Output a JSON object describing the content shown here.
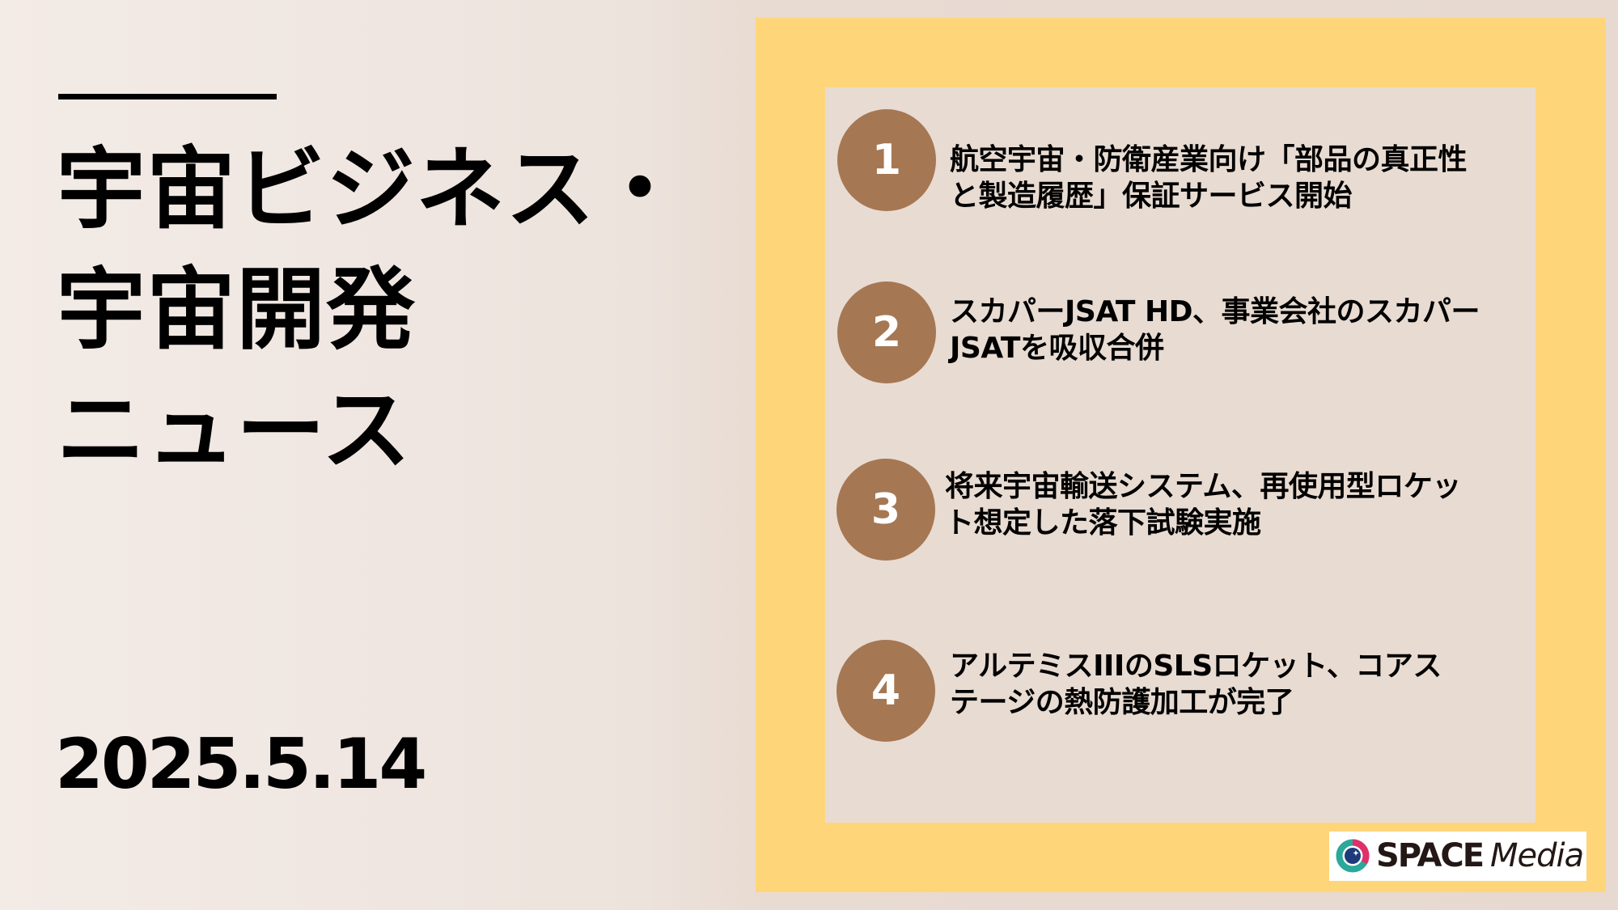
{
  "header": {
    "title_lines": [
      "宇宙ビジネス・",
      "宇宙開発",
      "ニュース"
    ],
    "date": "2025.5.14"
  },
  "news": {
    "items": [
      {
        "number": "1",
        "lines": [
          "航空宇宙・防衛産業向け「部品の真正性",
          "と製造履歴」保証サービス開始"
        ]
      },
      {
        "number": "2",
        "lines": [
          "スカパーJSAT HD、事業会社のスカパー",
          "JSATを吸収合併"
        ]
      },
      {
        "number": "3",
        "lines": [
          "将来宇宙輸送システム、再使用型ロケッ",
          "ト想定した落下試験実施"
        ]
      },
      {
        "number": "4",
        "lines": [
          "アルテミスIIIのSLSロケット、コアス",
          "テージの熱防護加工が完了"
        ]
      }
    ]
  },
  "logo": {
    "word_bold": "SPACE",
    "word_light": "Media"
  },
  "colors": {
    "frame_yellow": "#FFD57A",
    "badge_brown": "#A67753",
    "panel_bg": "#E8DBD2",
    "logo_teal": "#2BA89A",
    "logo_magenta": "#E0306A",
    "logo_navy": "#1E3A7A"
  }
}
